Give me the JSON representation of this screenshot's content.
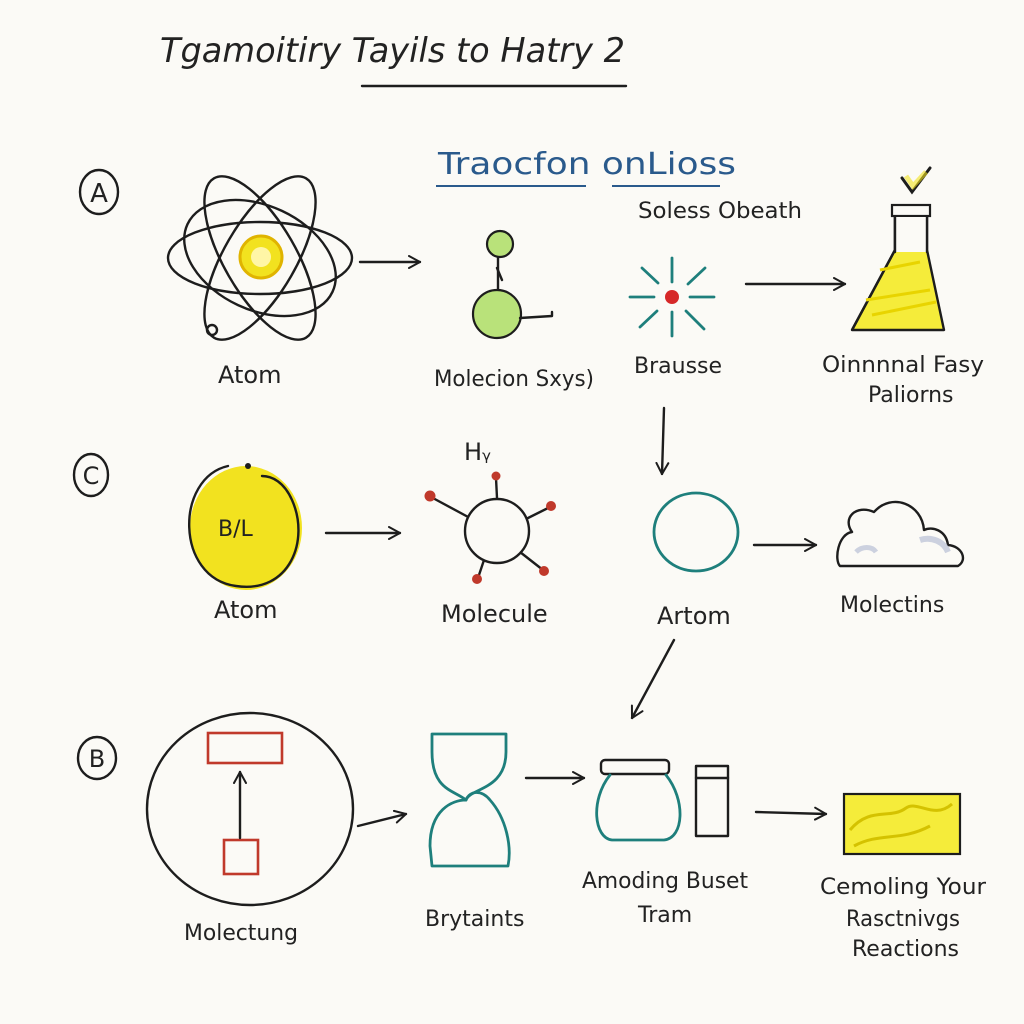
{
  "title": "Tgamoitiry Tayils to Hatry 2",
  "subtitle": "Traocfon onLioss",
  "subtitle_note": "Soless Obeath",
  "section_markers": [
    "A",
    "C",
    "B"
  ],
  "row_a": {
    "atom_label": "Atom",
    "molecule_label": "Molecion Sxys)",
    "burst_label": "Brausse",
    "flask_label_line1": "Oinnnnal Fasy",
    "flask_label_line2": "Paliorns"
  },
  "row_c": {
    "atom_text": "B/L",
    "atom_label": "Atom",
    "molecule_formula": "Hᵧ",
    "molecule_label": "Molecule",
    "artom_label": "Artom",
    "cloud_label": "Molectins"
  },
  "row_b": {
    "circle_label": "Molectung",
    "hourglass_label": "Brytaints",
    "jar_label_line1": "Amoding Buset",
    "jar_label_line2": "Tram",
    "result_label_line1": "Cemoling Your",
    "result_label_line2": "Rasctnivgs",
    "result_label_line3": "Reactions"
  },
  "colors": {
    "ink": "#1d1d1d",
    "yellow": "#f2e21f",
    "green": "#b9e27a",
    "teal": "#1e7f7c",
    "red": "#c0392b",
    "blue_title": "#2a5a8c",
    "cloud_shadow": "#b8bfd6"
  }
}
